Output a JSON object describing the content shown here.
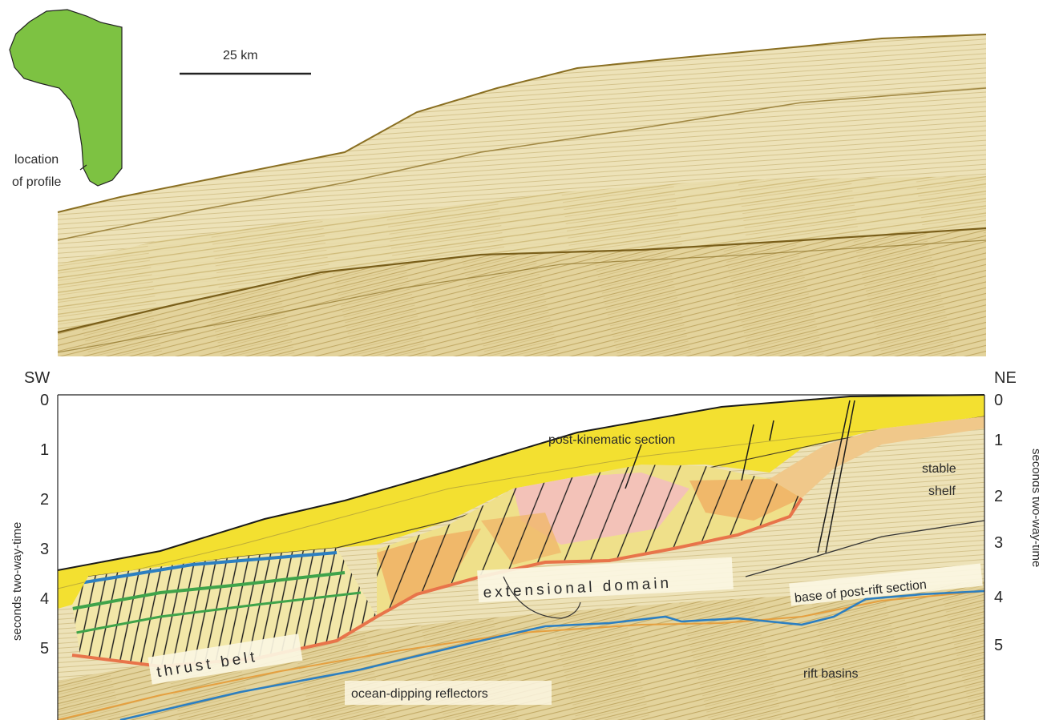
{
  "inset_map": {
    "label_line1": "location",
    "label_line2": "of profile",
    "fill_color": "#7dc242"
  },
  "scale_bar": {
    "label": "25 km"
  },
  "section": {
    "left_dir": "SW",
    "right_dir": "NE",
    "left_axis_title": "seconds two-way-time",
    "right_axis_title": "seconds two-way-time",
    "ticks_left": [
      "0",
      "1",
      "2",
      "3",
      "4",
      "5"
    ],
    "ticks_right": [
      "0",
      "1",
      "2",
      "3",
      "4",
      "5"
    ],
    "labels": {
      "post_kinematic": "post-kinematic section",
      "stable_shelf_1": "stable",
      "stable_shelf_2": "shelf",
      "extensional": "extensional domain",
      "base_post_rift": "base of post-rift section",
      "thrust_belt": "thrust belt",
      "rift_basins": "rift basins",
      "ocean_dipping": "ocean-dipping reflectors"
    }
  },
  "colors": {
    "seismic_bg": "#e7d9a6",
    "seismic_stripe": "#b59a45",
    "post_kinematic": "#f3e030",
    "unit_orange": "#f0b86a",
    "unit_pink": "#f3c2b8",
    "unit_yellow": "#efe08a",
    "base_detachment": "#e8744a",
    "blue_reflector": "#2c7fc1",
    "green_marker": "#3fa34a",
    "fault_line": "#1a1a1a"
  }
}
